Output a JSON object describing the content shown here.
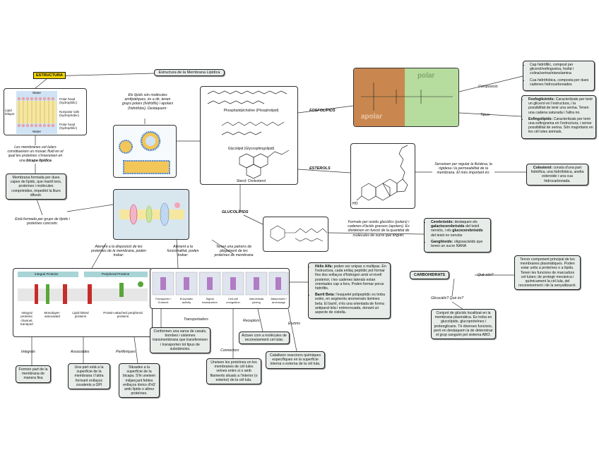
{
  "root": {
    "label": "ESTRUCTURA",
    "title": "Estructura de la Membrana Lipídica"
  },
  "bilayer_fig": {
    "top": "Water",
    "bottom": "Water",
    "lipid_bilayer": "Lipid bilayer",
    "head1": "Polar head (hydrophilic)",
    "tail": "Nonpolar tails (hydrophobic)",
    "head2": "Polar head (hydrophilic)"
  },
  "mosaic_text": "Les membranes cel·lulars constitueixen un mosaic fluid en el qual les proteïnes s'insereixen en una",
  "mosaic_bold": "bicapa lipídica",
  "membrane_box": "Membrana formada per dues capes de lípids, que mantl ions, proteïnes i molècules comprimides, impedint la lliure difusió.",
  "lipid_label": "Està formada per grups de lípids i proteïnes concrets:",
  "amphi_label": "Els lípids són molècules amfipàtiques, és a dir, tenen grups polars (hidròfils) i apolars (hidròfobs). Destaquem:",
  "structures": [
    "Phosphatidylcholine (Phospholipid)",
    "Glycolipid (Glycosphingolipid)",
    "Sterol: Cholesterol"
  ],
  "fosfolipids": {
    "label": "FOSFOLÍPIDS",
    "apolar": "apolar",
    "polar": "polar",
    "composicio": "Composició:",
    "tipus": "Tipus:",
    "comp_items": [
      "Cap hidròfilic, compost per glicerol/esfingosina, fosfat i colina/serina/etanolamina",
      "Cua hidròfobica, composta per dues cadenes hidrocarbonades"
    ],
    "fosfoglic_t": "Fosfoglicèrids:",
    "fosfoglic": "Caracteritzats per tenir un glicerol en l'estructura, i la possibilitat de tenir una serina. Tenen una cadena saturada i l'altra no.",
    "esfingo_t": "Esfingolípids:",
    "esfingo": "Caracteritzats per tenir una esfingosina en l'estructura, i sense possibilitat de serina. Són majoritaris en les cèl·lules animals."
  },
  "esterols": {
    "label": "ESTEROLS",
    "desc": "Serveixen per regular la fluïdesa, la rigidesa i la permeabilitat de la membrana. El més important és:",
    "col_t": "Colesterol:",
    "col": "consta d'una part hidròfica, una hidròfobica, anella esteroide i una cua hidrocarbonada."
  },
  "glucolipids": {
    "label": "GLUCOLÍPIDS",
    "desc": "Formats per residu glucídics (polars) i cadenes d'àcids grassos (apolars). Es divideixen en funció de la quantitat de molècules de sucre que tinguin.",
    "cer_t": "Cerebròsids:",
    "cer": "destaquen els",
    "cer_b": "galactocerebròsids",
    "cer2": "del teixit nerviós, i els",
    "cer_b2": "glucocerebròsids",
    "cer3": "del teixit no nerviós",
    "gang_t": "Gangliòsids:",
    "gang": "oligosacàrids que tenen un sucre NANA"
  },
  "proteins": {
    "a1": "Atenent a la disposició de les proteïnes de la membrana, poden trobar:",
    "a2": "Atenent a la funcionalitat, poden trobar:",
    "a3": "Tenen una patrons de plegament de les proteïnes de membrana",
    "fig_left": [
      "Integral Proteins",
      "Peripheral Proteins"
    ],
    "fig_left_cap": [
      "Integral proteins: channel, transport",
      "Monolayer-associated",
      "Lipid-linked proteins",
      "Protein-attached peripheral proteins"
    ],
    "func_caps": [
      "Transporter / Channel",
      "Enzymatic activity",
      "Signal transduction",
      "Cell-cell recognition",
      "Intercellular joining",
      "Attachment / anchorage"
    ],
    "integrals": "Integrals",
    "integrals_box": "Formen part de la membrana de manera fixa",
    "associades": "Associades",
    "associades_box": "Una part està a la superfície de la membrana i l'altra formant enllaços covalents a GPI",
    "periferiques": "Perifèriques",
    "periferiques_box": "Situades a la superfície de la bicapa. S'hi uneixen mitjançant febles enllaços iònics d'H2 amb lípids o altres proteïnes.",
    "transportadors": "Transportadors",
    "transportadors_box": "Conformen una xarxa de canals, bombes i sistemes transmembrana que transfereixen i transporten tot tipus de substàncies.",
    "receptors": "Receptors",
    "receptors_box": "Actuen com a molècules de reconeixement cel·lular.",
    "connectors": "Connectors",
    "connectors_box": "Uneixen les proteïnes en les membranes de cèl·lules veïnes entre si o amb filaments situats a l'interior (o exterior) de la cèl·lula.",
    "enzims": "Enzims",
    "enzims_box": "Catalitzen reaccions químiques específiques en la superfície interna o externa de la cèl·lula.",
    "helix_t": "Hèlix Alfa:",
    "helix": "poden ser unipas o multipas. En l'estructura, cada enllaç peptídic pot formar fins dos enllaços d'hidrogen amb el nivell posterior, i les cadenes laterals estan orientades cap a fora. Poden formar porus hidròfils.",
    "barril_t": "Barril Beta:",
    "barril": "l'esquelet polipeptídic es troba estès, en segments anomenats làmines beta. El barril, n'és una orientada de forma antiparal·lela i entrecreuada, donant un aspecte de cistella."
  },
  "carbohidrats": {
    "label": "CARBOHIDRATS",
    "que": "Què són?",
    "que_box": "Tercer component principal de les membranes plasmàtiques. Poden estar units a proteïnes o a lípids. Tenen les funcions de marcadors cel·lulars; de protegir mecànica i químicament la cèl·lula, del reconeixement i de la senyalització.",
    "qui": "Glicocàlix? Què és?",
    "qui_box": "Conjunt de glúcids localitzat en la membrana plasmàtica. Es troba en glucolípids, glucoproteïnes i proteoglicans. Té diverses funcions, però en destaquem la de determinar el grup sanguini pel sistema ABO."
  },
  "colors": {
    "apolar": "#c9874f",
    "polar": "#b6dc9e",
    "root": "#f2d300",
    "box": "#e7ece9"
  }
}
